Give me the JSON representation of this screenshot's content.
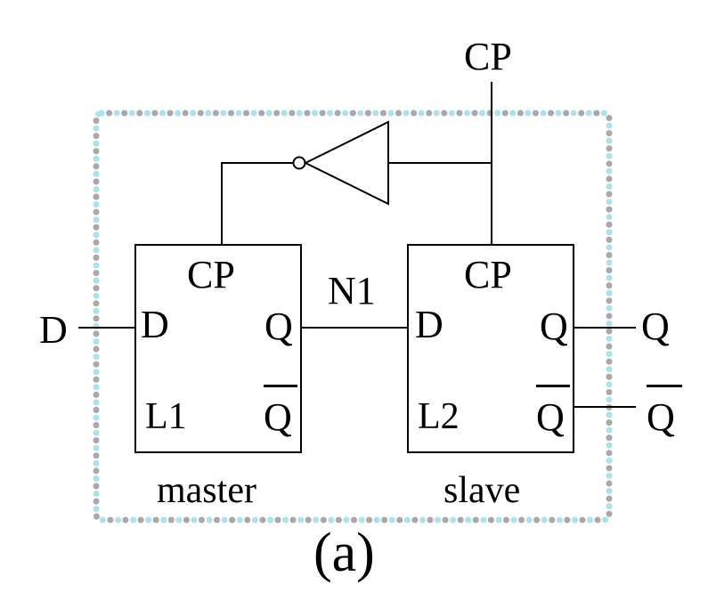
{
  "diagram": {
    "caption": "(a)",
    "clock_input": "CP",
    "data_input": "D",
    "internal_node": "N1",
    "output_q": "Q",
    "output_qbar": "Q",
    "colors": {
      "line": "#000000",
      "border_dot_a": "#a8e4ef",
      "border_dot_b": "#a9a9a9"
    },
    "master": {
      "caption": "master",
      "name": "L1",
      "clock_pin": "CP",
      "d_pin": "D",
      "q_pin": "Q",
      "qbar_pin": "Q"
    },
    "slave": {
      "caption": "slave",
      "name": "L2",
      "clock_pin": "CP",
      "d_pin": "D",
      "q_pin": "Q",
      "qbar_pin": "Q"
    }
  }
}
